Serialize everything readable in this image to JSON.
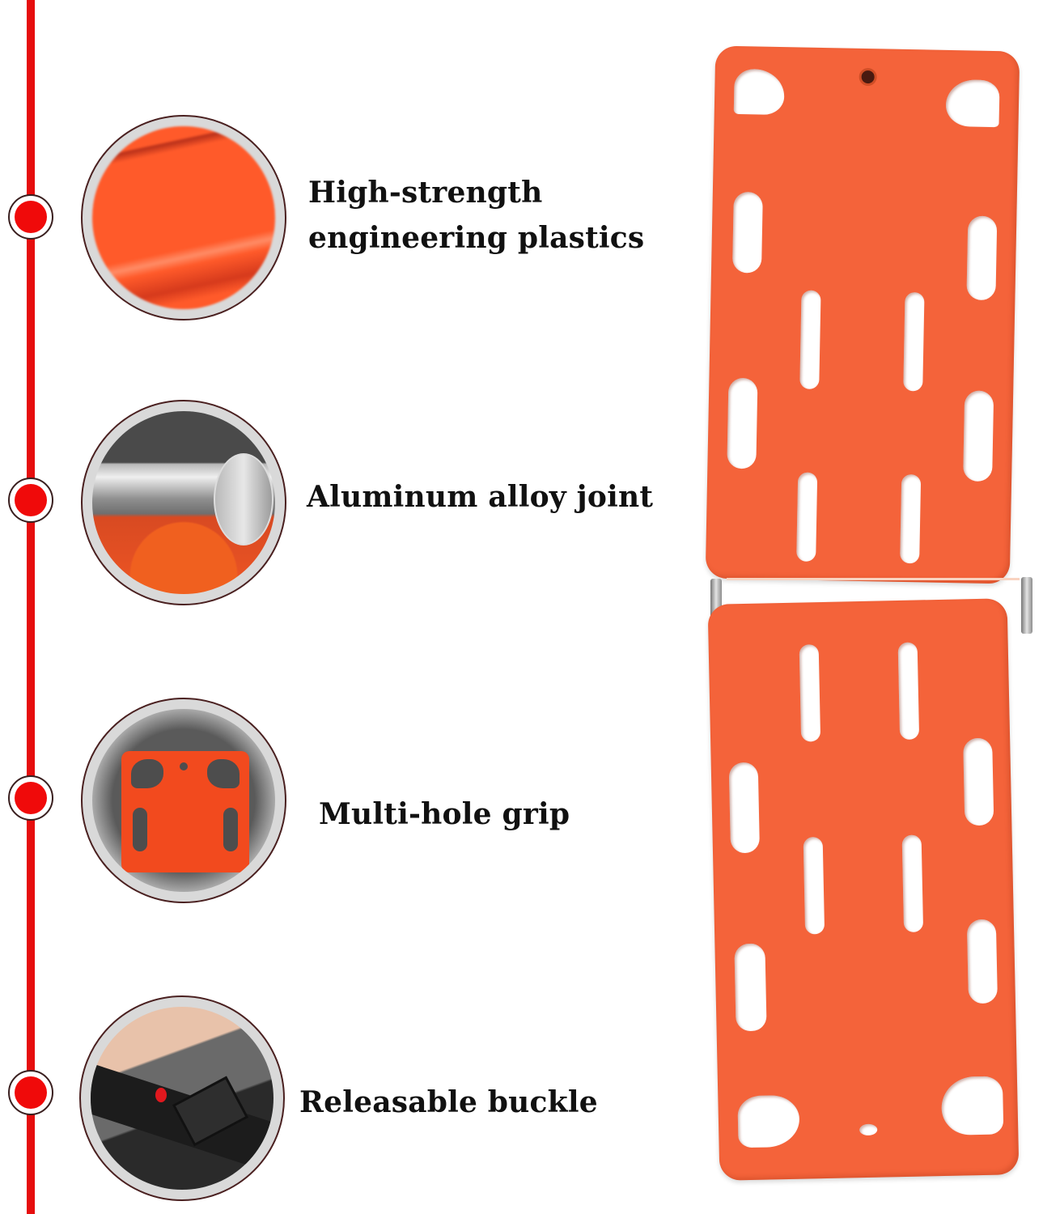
{
  "features": [
    {
      "id": "plastics",
      "label_line1": "High-strength",
      "label_line2": "engineering plastics",
      "image": "orange-plastic-closeup"
    },
    {
      "id": "joint",
      "label_line1": "Aluminum alloy joint",
      "image": "aluminum-hinge-closeup"
    },
    {
      "id": "grip",
      "label_line1": "Multi-hole grip",
      "image": "board-end-with-handholds"
    },
    {
      "id": "buckle",
      "label_line1": "Releasable buckle",
      "image": "hands-fastening-buckle"
    }
  ],
  "product": {
    "name": "folding spine board",
    "color": "#f4633a",
    "sections": 2
  },
  "theme": {
    "accent": "#e60e0e",
    "text": "#111111",
    "background": "#ffffff"
  }
}
